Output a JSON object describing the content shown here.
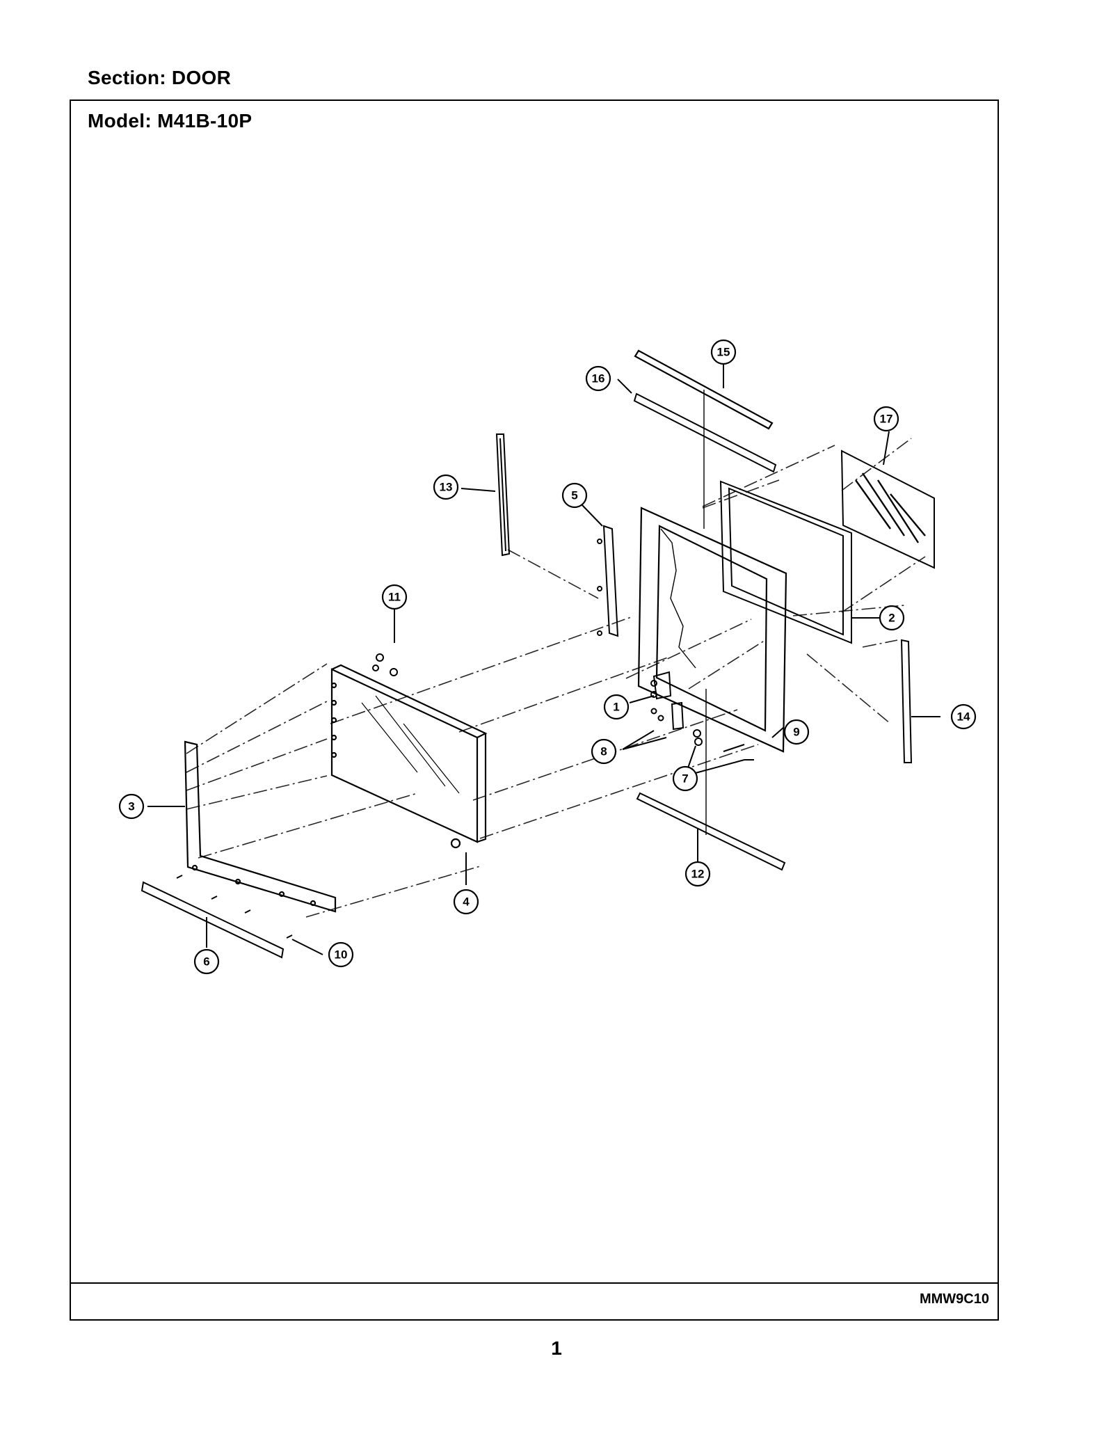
{
  "header": {
    "section": "Section:  DOOR",
    "model": "Model:  M41B-10P"
  },
  "footer": {
    "doc_code": "MMW9C10",
    "page_number": "1"
  },
  "callouts": [
    "1",
    "2",
    "3",
    "4",
    "5",
    "6",
    "7",
    "8",
    "9",
    "10",
    "11",
    "12",
    "13",
    "14",
    "15",
    "16",
    "17"
  ]
}
